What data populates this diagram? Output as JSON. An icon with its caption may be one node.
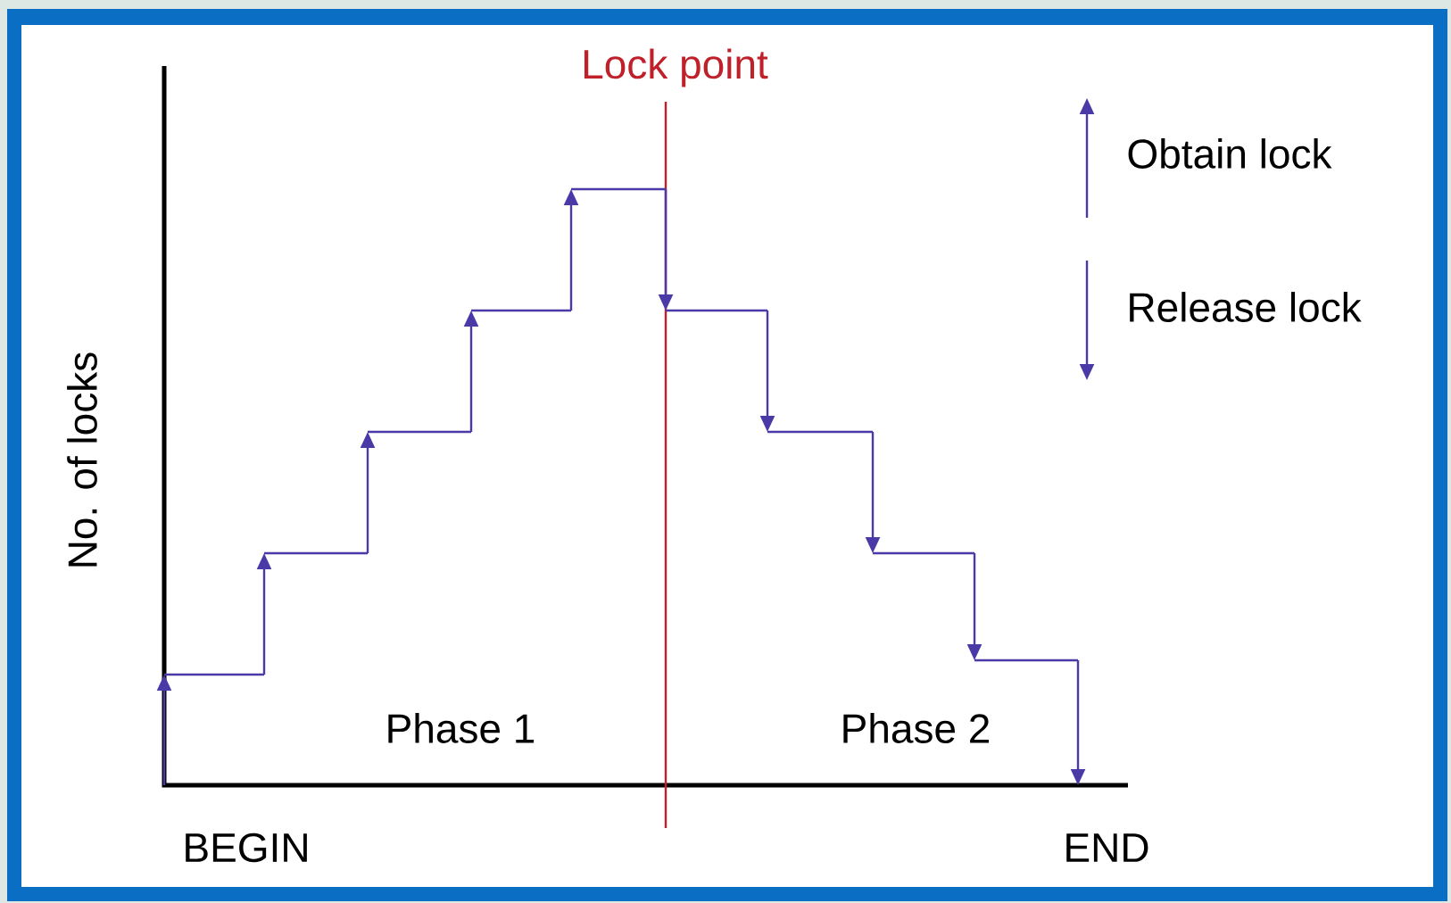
{
  "diagram": {
    "labels": [
      "Lock point",
      "No. of locks",
      "Phase 1",
      "Phase 2",
      "BEGIN",
      "END"
    ],
    "legend": [
      {
        "text": "Obtain lock"
      },
      {
        "text": "Release lock"
      }
    ]
  }
}
